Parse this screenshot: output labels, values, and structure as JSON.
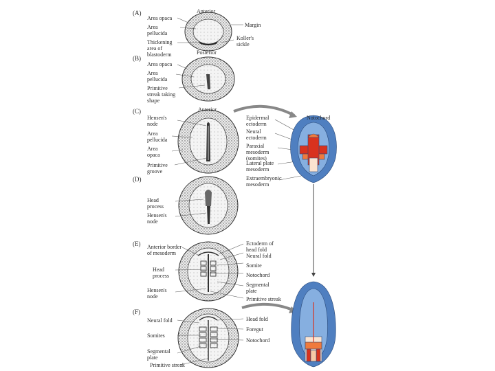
{
  "panels": {
    "A": {
      "letter": "(A)",
      "top": "Anterior",
      "bottom": "Posterior",
      "left": [
        "Area opaca",
        "Area pellucida",
        "Thickening area of blastoderm"
      ],
      "right": [
        "Margin",
        "Koller's sickle"
      ]
    },
    "B": {
      "letter": "(B)",
      "left": [
        "Area opaca",
        "Area pellucida",
        "Primitive streak taking shape"
      ]
    },
    "C": {
      "letter": "(C)",
      "top": "Anterior",
      "left": [
        "Hensen's node",
        "Area pellucida",
        "Area opaca",
        "Primitive groove"
      ],
      "right": [
        "Epidermal ectoderm",
        "Neural ectoderm",
        "Paraxial mesoderm (somites)",
        "Lateral plate mesoderm",
        "Extraembryonic mesoderm"
      ],
      "notochord": "Notochord"
    },
    "D": {
      "letter": "(D)",
      "left": [
        "Head process",
        "Hensen's node"
      ]
    },
    "E": {
      "letter": "(E)",
      "left": [
        "Anterior border of mesoderm",
        "Head process",
        "Hensen's node"
      ],
      "right": [
        "Ectoderm of head fold",
        "Neural fold",
        "Somite",
        "Notochord",
        "Segmental plate",
        "Primitive streak"
      ]
    },
    "F": {
      "letter": "(F)",
      "left": [
        "Neural fold",
        "Somites",
        "Segmental plate",
        "Primitive streak"
      ],
      "right": [
        "Head fold",
        "Foregut",
        "Notochord"
      ]
    }
  },
  "colors": {
    "outer_blue": "#4f7fc0",
    "inner_blue": "#86afe0",
    "red": "#d8321e",
    "orange": "#f07a3c",
    "peach": "#f7c8a6",
    "pale": "#fbe3d0"
  }
}
